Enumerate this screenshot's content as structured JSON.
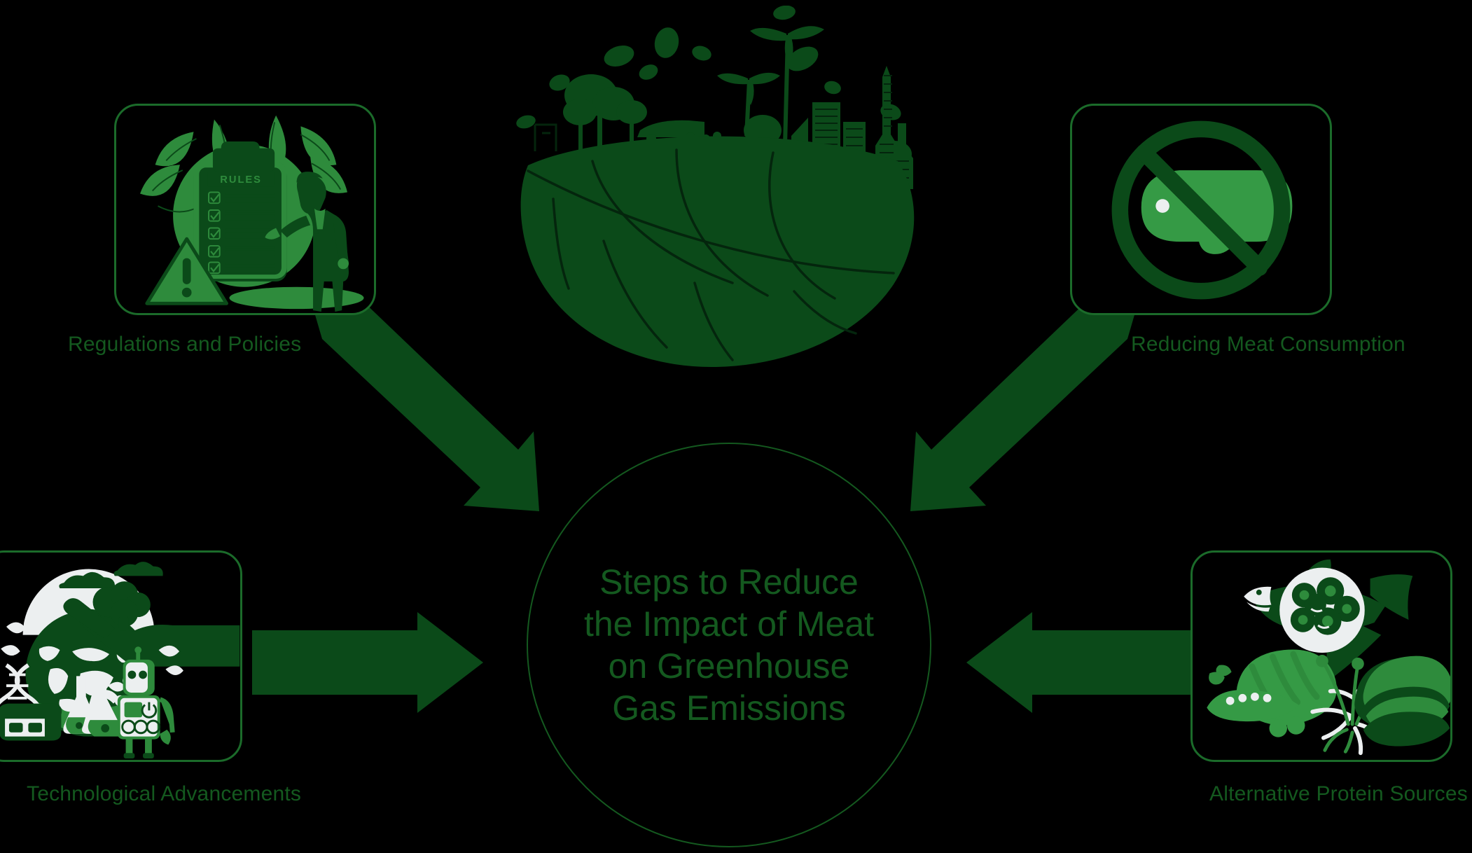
{
  "theme": {
    "background": "#000000",
    "dark_green": "#0b4a19",
    "mid_green": "#2e8b3c",
    "light_green": "#359a45",
    "label_green": "#14591f",
    "border_green": "#1b6b2a",
    "off_white": "#eceff0"
  },
  "hub": {
    "title": "Steps to Reduce the Impact of Meat on Greenhouse Gas Emissions",
    "line1": "Steps to Reduce",
    "line2": "the Impact of Meat",
    "line3": "on Greenhouse",
    "line4": "Gas Emissions"
  },
  "hero": {
    "name": "leaf-globe-illustration",
    "description": "Green leaf shaped like a globe with a city skyline, trees and wind turbines growing on top"
  },
  "nodes": [
    {
      "id": "regulations",
      "label": "Regulations and Policies",
      "position": "top-left",
      "icon": "clipboard-rules-icon",
      "icon_text": "RULES",
      "icon_parts": [
        "clipboard",
        "checklist",
        "warning-triangle",
        "official-person",
        "foliage"
      ]
    },
    {
      "id": "reducing-meat",
      "label": "Reducing Meat Consumption",
      "position": "top-right",
      "icon": "no-meat-icon",
      "icon_parts": [
        "ham-steak",
        "prohibition-circle",
        "diagonal-slash"
      ]
    },
    {
      "id": "technology",
      "label": "Technological Advancements",
      "position": "bottom-left",
      "icon": "technology-icon",
      "icon_parts": [
        "globe",
        "hand",
        "robot",
        "lab-flask",
        "microscope",
        "dna-helix",
        "vr-headset",
        "broccoli",
        "cloud"
      ]
    },
    {
      "id": "alt-protein",
      "label": "Alternative Protein Sources",
      "position": "bottom-right",
      "icon": "alternative-protein-icon",
      "icon_parts": [
        "fish",
        "mushrooms-bowl",
        "pea-pod",
        "beans",
        "tofu-slices",
        "sprouts"
      ]
    }
  ],
  "arrows": [
    {
      "id": "arrow-from-regulations",
      "from": "regulations",
      "to": "hub",
      "direction": "down-right"
    },
    {
      "id": "arrow-from-reducing-meat",
      "from": "reducing-meat",
      "to": "hub",
      "direction": "down-left"
    },
    {
      "id": "arrow-from-technology",
      "from": "technology",
      "to": "hub",
      "direction": "right"
    },
    {
      "id": "arrow-from-alt-protein",
      "from": "alt-protein",
      "to": "hub",
      "direction": "left"
    }
  ]
}
